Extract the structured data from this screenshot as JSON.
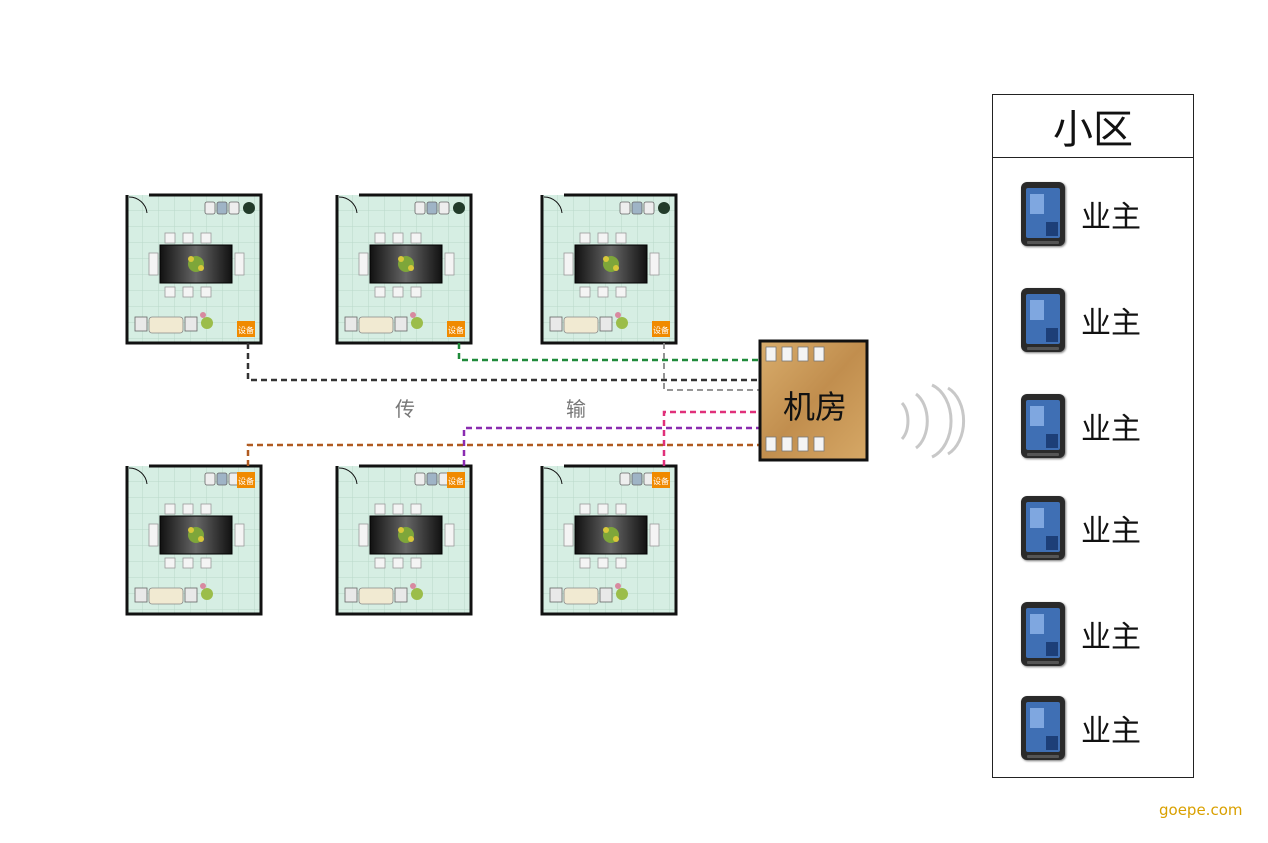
{
  "machine_room": {
    "label": "机房",
    "wood_color": "#c89a5a"
  },
  "transmission": {
    "char1": "传",
    "char2": "输"
  },
  "community": {
    "title": "小区",
    "owners": [
      {
        "label": "业主",
        "icon": "phone-icon"
      },
      {
        "label": "业主",
        "icon": "phone-icon"
      },
      {
        "label": "业主",
        "icon": "phone-icon"
      },
      {
        "label": "业主",
        "icon": "phone-icon"
      },
      {
        "label": "业主",
        "icon": "phone-icon"
      },
      {
        "label": "业主",
        "icon": "phone-icon"
      }
    ]
  },
  "room_badge": {
    "text": "设备",
    "color": "#f08a00"
  },
  "line_colors": {
    "green": "#1f8a3a",
    "black": "#333333",
    "gray": "#888888",
    "pink": "#e0307a",
    "purple": "#8a2bb0",
    "brown": "#b05a20"
  },
  "watermark": "goepe.com"
}
